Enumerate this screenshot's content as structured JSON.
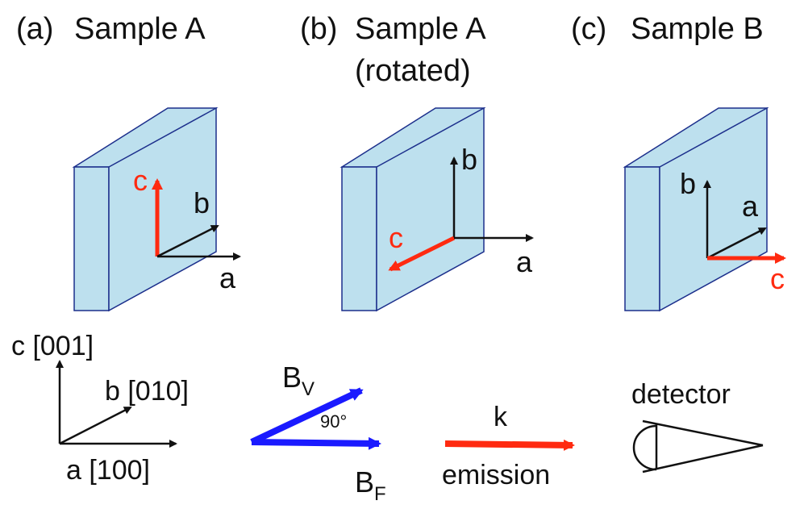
{
  "panels": [
    {
      "tag": "(a)",
      "title": "Sample A",
      "subtitle": "",
      "labels": {
        "vertical": "c",
        "depth": "b",
        "horizontal": "a"
      }
    },
    {
      "tag": "(b)",
      "title": "Sample A",
      "subtitle": "(rotated)",
      "labels": {
        "vertical": "b",
        "depth": "c",
        "horizontal": "a"
      }
    },
    {
      "tag": "(c)",
      "title": "Sample B",
      "subtitle": "",
      "labels": {
        "vertical": "b",
        "depth": "a",
        "horizontal": "c"
      }
    }
  ],
  "crystal_axes": {
    "c": "c [001]",
    "b": "b [010]",
    "a": "a [100]"
  },
  "fields": {
    "bv": "B",
    "bv_sub": "V",
    "bf": "B",
    "bf_sub": "F",
    "angle": "90°"
  },
  "emission": {
    "k": "k",
    "label": "emission"
  },
  "detector": {
    "label": "detector"
  },
  "colors": {
    "slab_face": "#bde0ee",
    "slab_edge": "#1c2f8c",
    "c_axis": "#ff2a10",
    "axis": "#111111",
    "field": "#1a1aff",
    "emission": "#ff2a10"
  }
}
